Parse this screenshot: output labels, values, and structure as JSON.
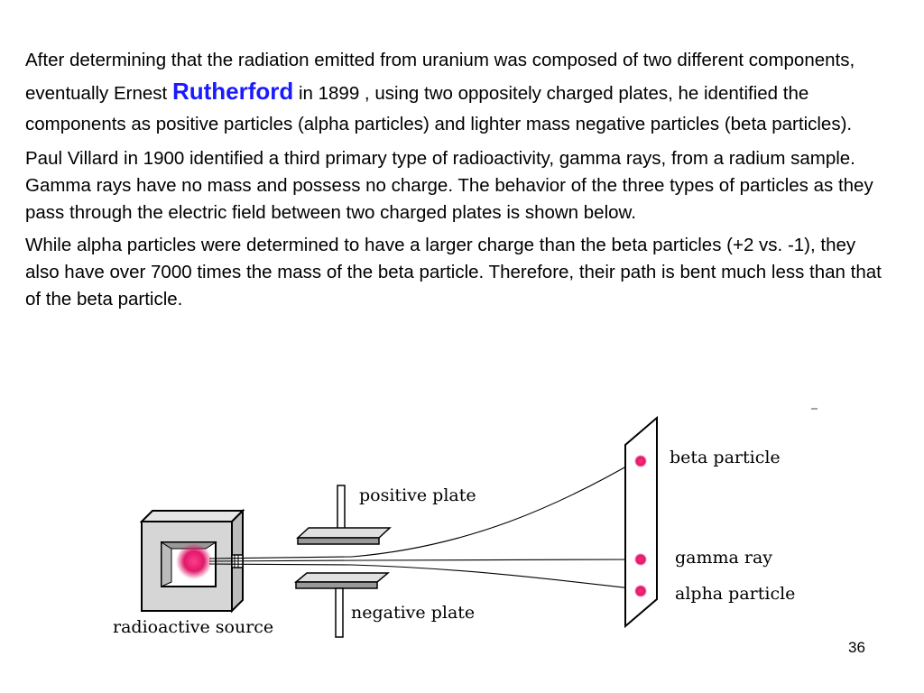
{
  "text": {
    "p1_before": "After determining that the radiation emitted from uranium was composed of two different components, eventually Ernest ",
    "p1_name": "Rutherford",
    "p1_after": " in 1899 , using two oppositely charged plates, he identified the components as positive particles (alpha particles) and lighter mass negative particles (beta particles).",
    "p2": "Paul Villard in 1900 identified a third primary type of radioactivity, gamma rays, from a radium sample. Gamma rays have no mass and possess no charge. The behavior of the three types of particles as they pass through the electric field between two charged plates is shown below.",
    "p3": "While alpha particles were determined to have a larger charge than the beta particles (+2 vs. -1), they also have over 7000 times the mass of the beta particle. Therefore, their path is bent much less than that of the beta particle."
  },
  "diagram": {
    "labels": {
      "positive_plate": "positive plate",
      "negative_plate": "negative plate",
      "radioactive_source": "radioactive source",
      "beta_particle": "beta particle",
      "gamma_ray": "gamma ray",
      "alpha_particle": "alpha particle"
    },
    "colors": {
      "particle": "#e0186a",
      "highlight_name": "#1a1aff"
    }
  },
  "page_number": "36"
}
